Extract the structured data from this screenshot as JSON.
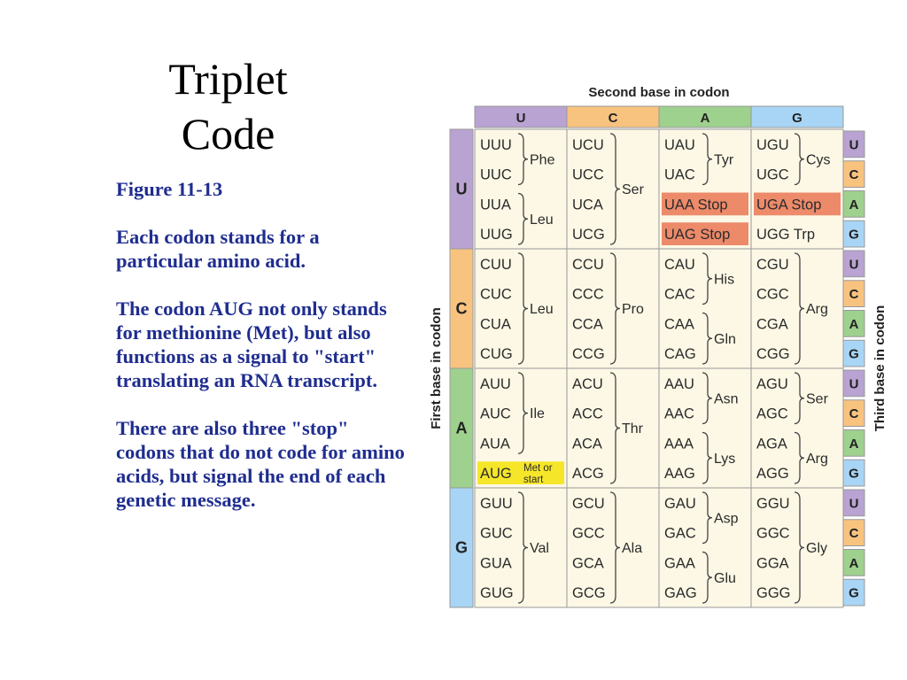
{
  "title": [
    "Triplet",
    "Code"
  ],
  "text": {
    "figure": "Figure 11-13",
    "p1": "Each codon stands for a particular amino acid.",
    "p2": "The codon AUG not only stands for methionine (Met), but also functions as a signal to \"start\" translating an RNA transcript.",
    "p3": "There are also three \"stop\" codons that do not code for amino acids, but signal the end of each genetic message."
  },
  "table": {
    "second_base_label": "Second base in codon",
    "first_base_label": "First base in codon",
    "third_base_label": "Third base in codon",
    "bases": [
      "U",
      "C",
      "A",
      "G"
    ],
    "base_colors": {
      "U": "#b8a3d2",
      "C": "#f8c37f",
      "A": "#9ed08e",
      "G": "#a8d5f5"
    },
    "cell_bg": "#fcf8e5",
    "stop_color": "#ec8a6a",
    "start_color": "#f5e62a",
    "cells": [
      [
        {
          "codons": [
            "UUU",
            "UUC",
            "UUA",
            "UUG"
          ],
          "groups": [
            {
              "rows": [
                0,
                1
              ],
              "label": "Phe"
            },
            {
              "rows": [
                2,
                3
              ],
              "label": "Leu"
            }
          ]
        },
        {
          "codons": [
            "UCU",
            "UCC",
            "UCA",
            "UCG"
          ],
          "groups": [
            {
              "rows": [
                0,
                3
              ],
              "label": "Ser"
            }
          ]
        },
        {
          "codons": [
            "UAU",
            "UAC",
            "UAA Stop",
            "UAG Stop"
          ],
          "groups": [
            {
              "rows": [
                0,
                1
              ],
              "label": "Tyr"
            }
          ],
          "stop": [
            2,
            3
          ]
        },
        {
          "codons": [
            "UGU",
            "UGC",
            "UGA Stop",
            "UGG Trp"
          ],
          "groups": [
            {
              "rows": [
                0,
                1
              ],
              "label": "Cys"
            }
          ],
          "stop": [
            2
          ]
        }
      ],
      [
        {
          "codons": [
            "CUU",
            "CUC",
            "CUA",
            "CUG"
          ],
          "groups": [
            {
              "rows": [
                0,
                3
              ],
              "label": "Leu"
            }
          ]
        },
        {
          "codons": [
            "CCU",
            "CCC",
            "CCA",
            "CCG"
          ],
          "groups": [
            {
              "rows": [
                0,
                3
              ],
              "label": "Pro"
            }
          ]
        },
        {
          "codons": [
            "CAU",
            "CAC",
            "CAA",
            "CAG"
          ],
          "groups": [
            {
              "rows": [
                0,
                1
              ],
              "label": "His"
            },
            {
              "rows": [
                2,
                3
              ],
              "label": "Gln"
            }
          ]
        },
        {
          "codons": [
            "CGU",
            "CGC",
            "CGA",
            "CGG"
          ],
          "groups": [
            {
              "rows": [
                0,
                3
              ],
              "label": "Arg"
            }
          ]
        }
      ],
      [
        {
          "codons": [
            "AUU",
            "AUC",
            "AUA",
            "AUG"
          ],
          "groups": [
            {
              "rows": [
                0,
                2
              ],
              "label": "Ile"
            }
          ],
          "start": [
            3
          ],
          "start_note": [
            "Met or",
            "start"
          ]
        },
        {
          "codons": [
            "ACU",
            "ACC",
            "ACA",
            "ACG"
          ],
          "groups": [
            {
              "rows": [
                0,
                3
              ],
              "label": "Thr"
            }
          ]
        },
        {
          "codons": [
            "AAU",
            "AAC",
            "AAA",
            "AAG"
          ],
          "groups": [
            {
              "rows": [
                0,
                1
              ],
              "label": "Asn"
            },
            {
              "rows": [
                2,
                3
              ],
              "label": "Lys"
            }
          ]
        },
        {
          "codons": [
            "AGU",
            "AGC",
            "AGA",
            "AGG"
          ],
          "groups": [
            {
              "rows": [
                0,
                1
              ],
              "label": "Ser"
            },
            {
              "rows": [
                2,
                3
              ],
              "label": "Arg"
            }
          ]
        }
      ],
      [
        {
          "codons": [
            "GUU",
            "GUC",
            "GUA",
            "GUG"
          ],
          "groups": [
            {
              "rows": [
                0,
                3
              ],
              "label": "Val"
            }
          ]
        },
        {
          "codons": [
            "GCU",
            "GCC",
            "GCA",
            "GCG"
          ],
          "groups": [
            {
              "rows": [
                0,
                3
              ],
              "label": "Ala"
            }
          ]
        },
        {
          "codons": [
            "GAU",
            "GAC",
            "GAA",
            "GAG"
          ],
          "groups": [
            {
              "rows": [
                0,
                1
              ],
              "label": "Asp"
            },
            {
              "rows": [
                2,
                3
              ],
              "label": "Glu"
            }
          ]
        },
        {
          "codons": [
            "GGU",
            "GGC",
            "GGA",
            "GGG"
          ],
          "groups": [
            {
              "rows": [
                0,
                3
              ],
              "label": "Gly"
            }
          ]
        }
      ]
    ]
  }
}
